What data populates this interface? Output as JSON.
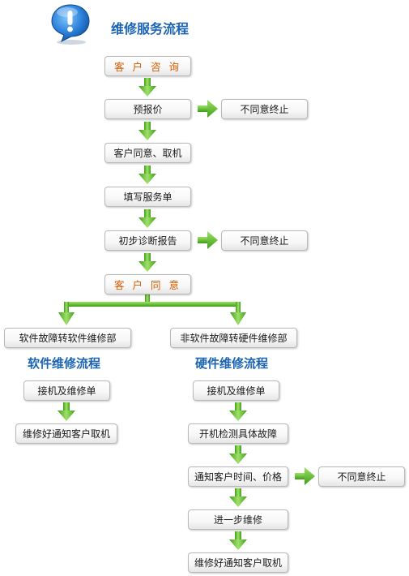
{
  "header": {
    "title": "维修服务流程",
    "icon": "exclamation-speech-bubble-icon"
  },
  "main_flow": {
    "step1": "客 户 咨 询",
    "step2": "预报价",
    "step2_reject": "不同意终止",
    "step3": "客户同意、取机",
    "step4": "填写服务单",
    "step5": "初步诊断报告",
    "step5_reject": "不同意终止",
    "step6": "客 户 同 意"
  },
  "software": {
    "branch": "软件故障转软件维修部",
    "heading": "软件维修流程",
    "steps": [
      "接机及维修单",
      "维修好通知客户取机"
    ]
  },
  "hardware": {
    "branch": "非软件故障转硬件维修部",
    "heading": "硬件维修流程",
    "steps": [
      "接机及维修单",
      "开机检测具体故障",
      "通知客户时间、价格",
      "进一步维修",
      "维修好通知客户取机"
    ],
    "reject": "不同意终止"
  },
  "colors": {
    "arrow_green": "#5cc22a",
    "accent_orange": "#d45a00",
    "heading_blue": "#1b64b4"
  }
}
